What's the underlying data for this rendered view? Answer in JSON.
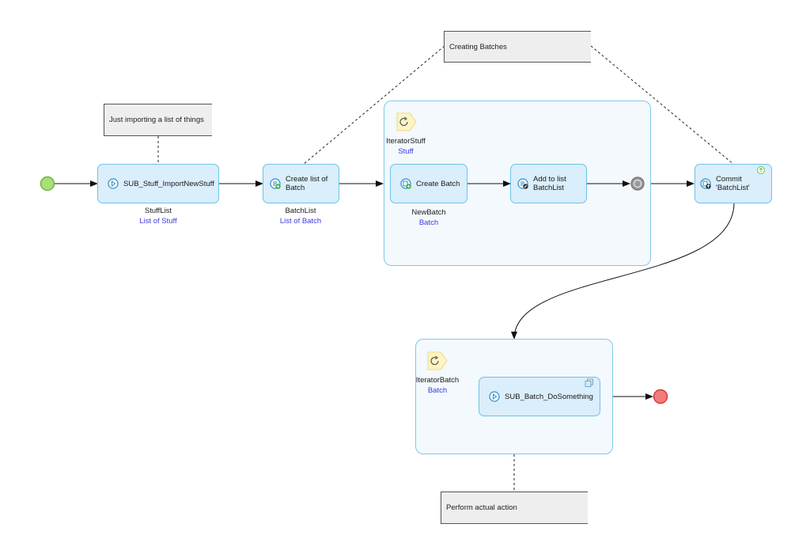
{
  "notes": {
    "import": "Just importing a list of things",
    "batches": "Creating Batches",
    "action": "Perform actual action"
  },
  "activities": {
    "import_stuff": {
      "label": "SUB_Stuff_ImportNewStuff",
      "output_name": "StuffList",
      "output_type": "List of Stuff"
    },
    "create_list": {
      "label": "Create list of Batch",
      "output_name": "BatchList",
      "output_type": "List of Batch"
    },
    "create_batch": {
      "label": "Create Batch",
      "output_name": "NewBatch",
      "output_type": "Batch"
    },
    "add_to_list": {
      "label": "Add to list BatchList"
    },
    "commit": {
      "label": "Commit 'BatchList'"
    },
    "batch_do": {
      "label": "SUB_Batch_DoSomething"
    }
  },
  "loops": {
    "stuff": {
      "iterator": "IteratorStuff",
      "type": "Stuff"
    },
    "batch": {
      "iterator": "IteratorBatch",
      "type": "Batch"
    }
  },
  "colors": {
    "start": "#a6e07a",
    "end": "#f27b7b",
    "activity_fill": "#daeefb",
    "activity_border": "#6ec2e8",
    "type_text": "#3a3ae0"
  }
}
